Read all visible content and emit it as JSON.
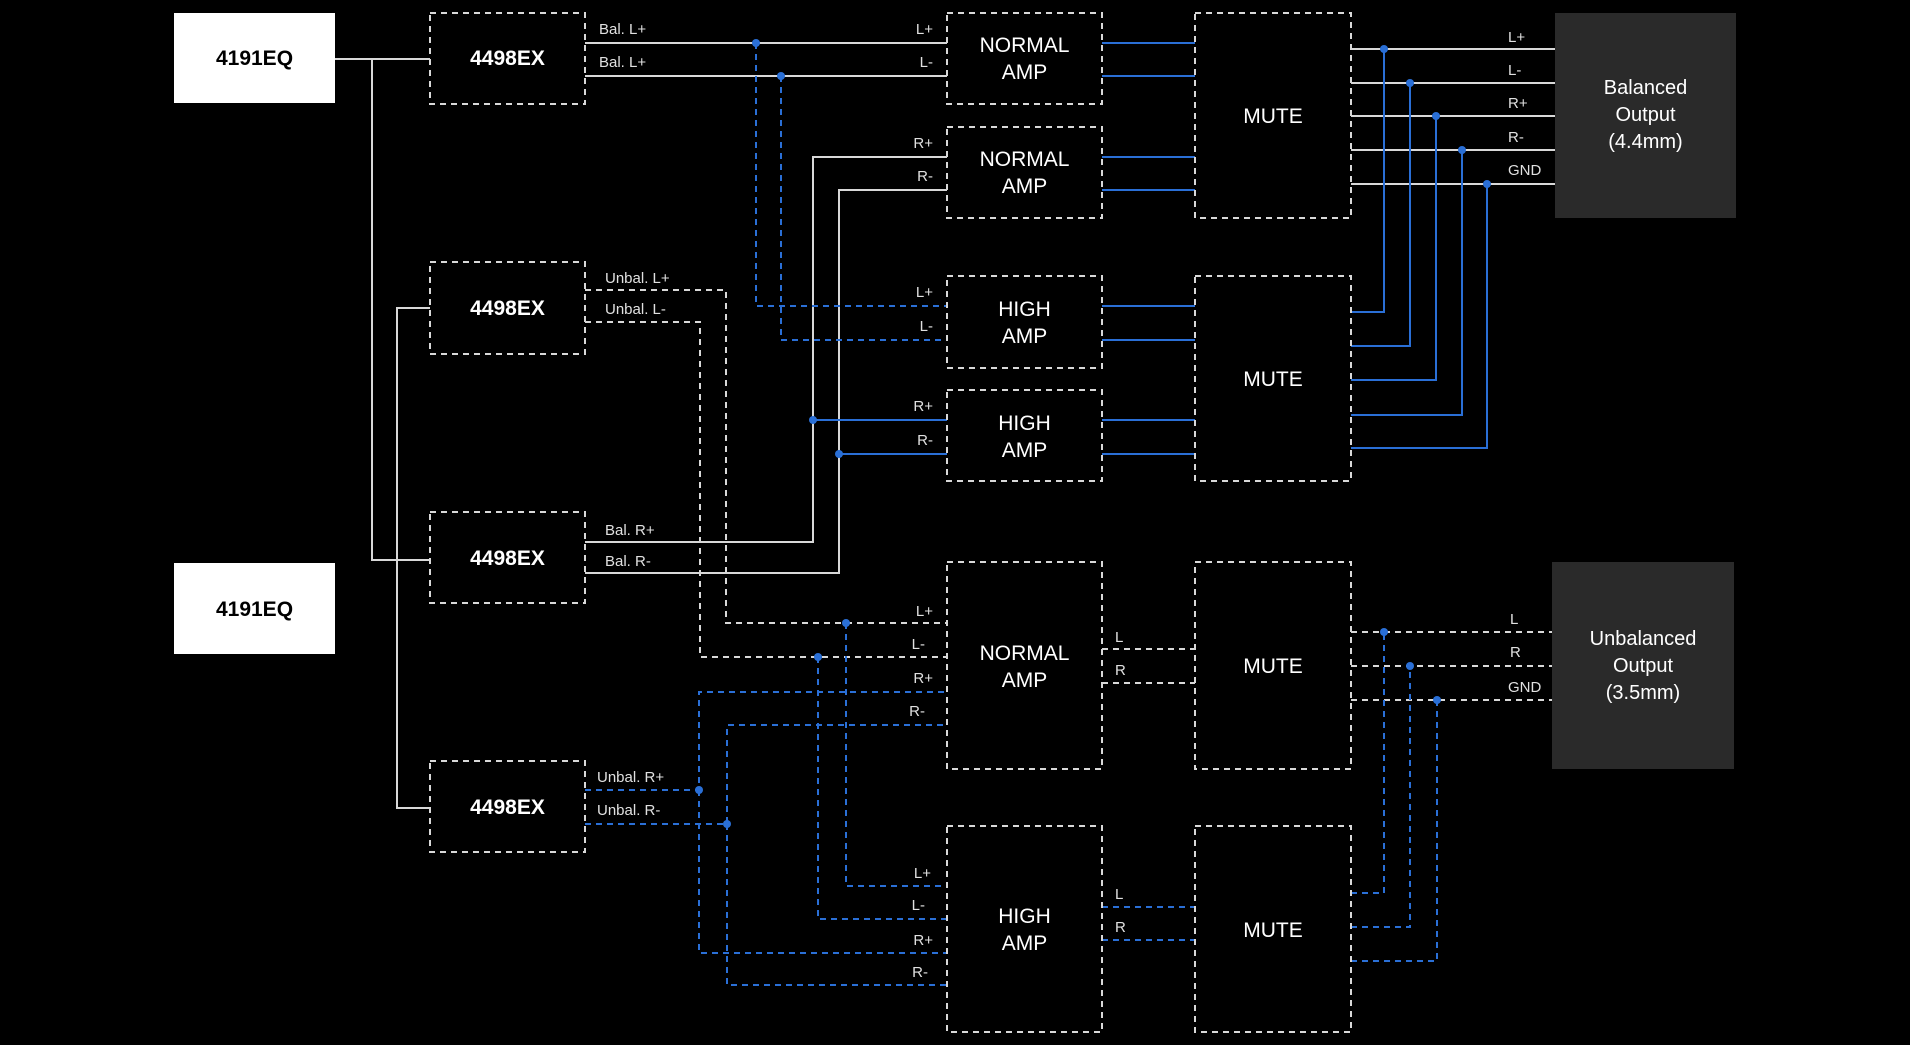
{
  "colors": {
    "background": "#000000",
    "white_line": "#d8d8d8",
    "blue_line": "#2a6fd6",
    "eq_box": "#ffffff",
    "output_box": "#2a2a2a"
  },
  "eq": [
    {
      "label": "4191EQ"
    },
    {
      "label": "4191EQ"
    }
  ],
  "dac": [
    {
      "label": "4498EX",
      "out1": "Bal. L+",
      "out2": "Bal. L+"
    },
    {
      "label": "4498EX",
      "out1": "Unbal. L+",
      "out2": "Unbal. L-"
    },
    {
      "label": "4498EX",
      "out1": "Bal. R+",
      "out2": "Bal. R-"
    },
    {
      "label": "4498EX",
      "out1": "Unbal. R+",
      "out2": "Unbal. R-"
    }
  ],
  "amps": [
    {
      "line1": "NORMAL",
      "line2": "AMP",
      "inputs": [
        "L+",
        "L-"
      ]
    },
    {
      "line1": "NORMAL",
      "line2": "AMP",
      "inputs": [
        "R+",
        "R-"
      ]
    },
    {
      "line1": "HIGH",
      "line2": "AMP",
      "inputs": [
        "L+",
        "L-"
      ]
    },
    {
      "line1": "HIGH",
      "line2": "AMP",
      "inputs": [
        "R+",
        "R-"
      ]
    },
    {
      "line1": "NORMAL",
      "line2": "AMP",
      "inputs": [
        "L+",
        "L-",
        "R+",
        "R-"
      ],
      "outputs": [
        "L",
        "R"
      ]
    },
    {
      "line1": "HIGH",
      "line2": "AMP",
      "inputs": [
        "L+",
        "L-",
        "R+",
        "R-"
      ],
      "outputs": [
        "L",
        "R"
      ]
    }
  ],
  "mute": [
    {
      "label": "MUTE"
    },
    {
      "label": "MUTE"
    },
    {
      "label": "MUTE"
    },
    {
      "label": "MUTE"
    }
  ],
  "outputs": [
    {
      "line1": "Balanced",
      "line2": "Output",
      "line3": "(4.4mm)",
      "pins": [
        "L+",
        "L-",
        "R+",
        "R-",
        "GND"
      ]
    },
    {
      "line1": "Unbalanced",
      "line2": "Output",
      "line3": "(3.5mm)",
      "pins": [
        "L",
        "R",
        "GND"
      ]
    }
  ]
}
